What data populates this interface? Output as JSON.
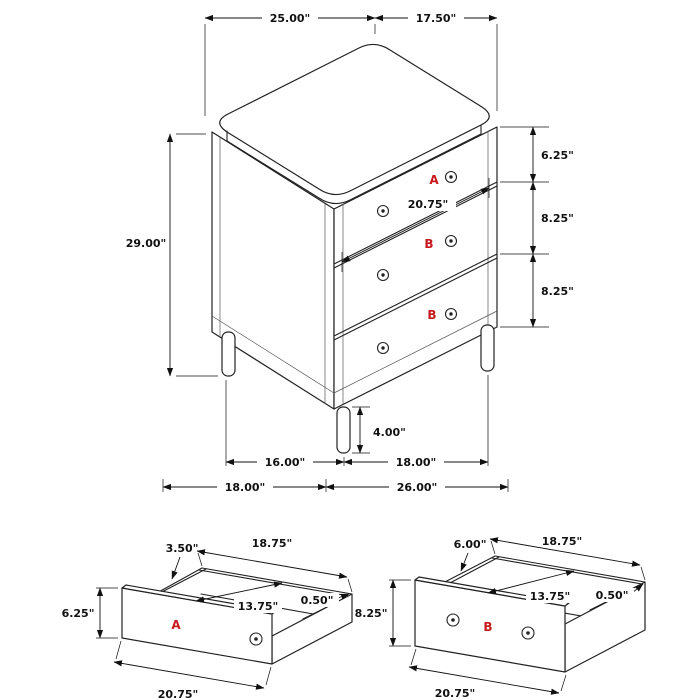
{
  "colors": {
    "background": "#ffffff",
    "line": "#222222",
    "accent_red": "#c8191e"
  },
  "main_view": {
    "top_width": "25.00\"",
    "top_depth": "17.50\"",
    "overall_height": "29.00\"",
    "drawer_a_front_height": "6.25\"",
    "drawer_b1_front_height": "8.25\"",
    "drawer_b2_front_height": "8.25\"",
    "drawer_inner_width": "20.75\"",
    "leg_height": "4.00\"",
    "base_span_left": "16.00\"",
    "base_span_right": "18.00\"",
    "overall_depth": "18.00\"",
    "overall_width": "26.00\"",
    "drawer_a_label": "A",
    "drawer_b1_label": "B",
    "drawer_b2_label": "B"
  },
  "drawer_a": {
    "label": "A",
    "side_height": "3.50\"",
    "inner_width": "18.75\"",
    "wall_thickness": "0.50\"",
    "front_height": "6.25\"",
    "inner_depth": "13.75\"",
    "outer_width": "20.75\""
  },
  "drawer_b": {
    "label": "B",
    "side_height": "6.00\"",
    "inner_width": "18.75\"",
    "wall_thickness": "0.50\"",
    "front_height": "8.25\"",
    "inner_depth": "13.75\"",
    "outer_width": "20.75\""
  }
}
